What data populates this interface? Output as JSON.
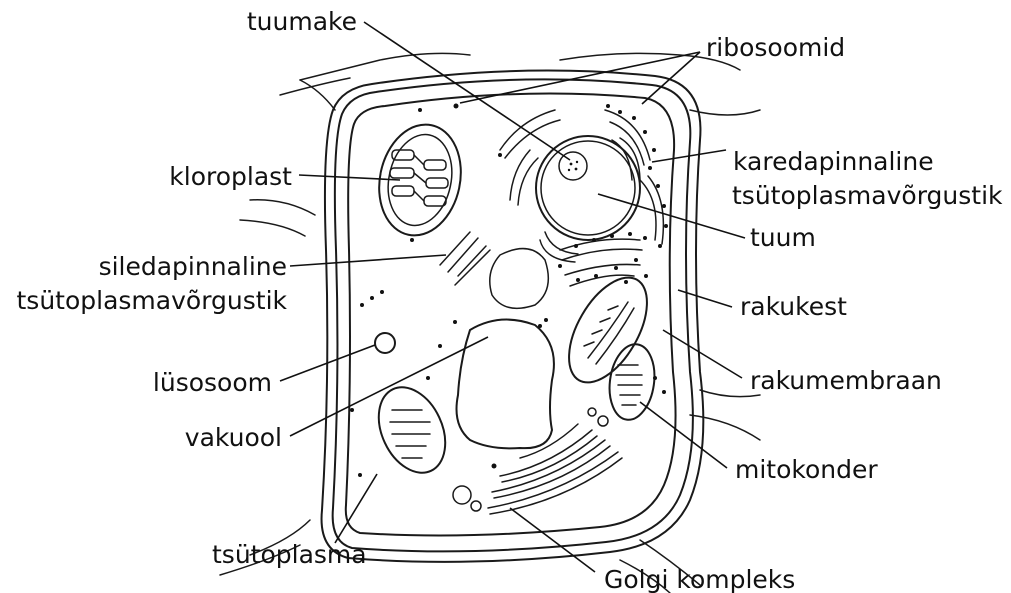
{
  "labels": {
    "tuumake": "tuumake",
    "ribosoomid": "ribosoomid",
    "kloroplast": "kloroplast",
    "kared_1": "karedapinnaline",
    "kared_2": "tsütoplasmavõrgustik",
    "tuum": "tuum",
    "siled_1": "siledapinnaline",
    "siled_2": "tsütoplasmavõrgustik",
    "rakukest": "rakukest",
    "lusosoom": "lüsosoom",
    "rakumembraan": "rakumembraan",
    "vakuool": "vakuool",
    "mitokonder": "mitokonder",
    "tsutoplasma": "tsütoplasma",
    "golgi": "Golgi kompleks"
  }
}
